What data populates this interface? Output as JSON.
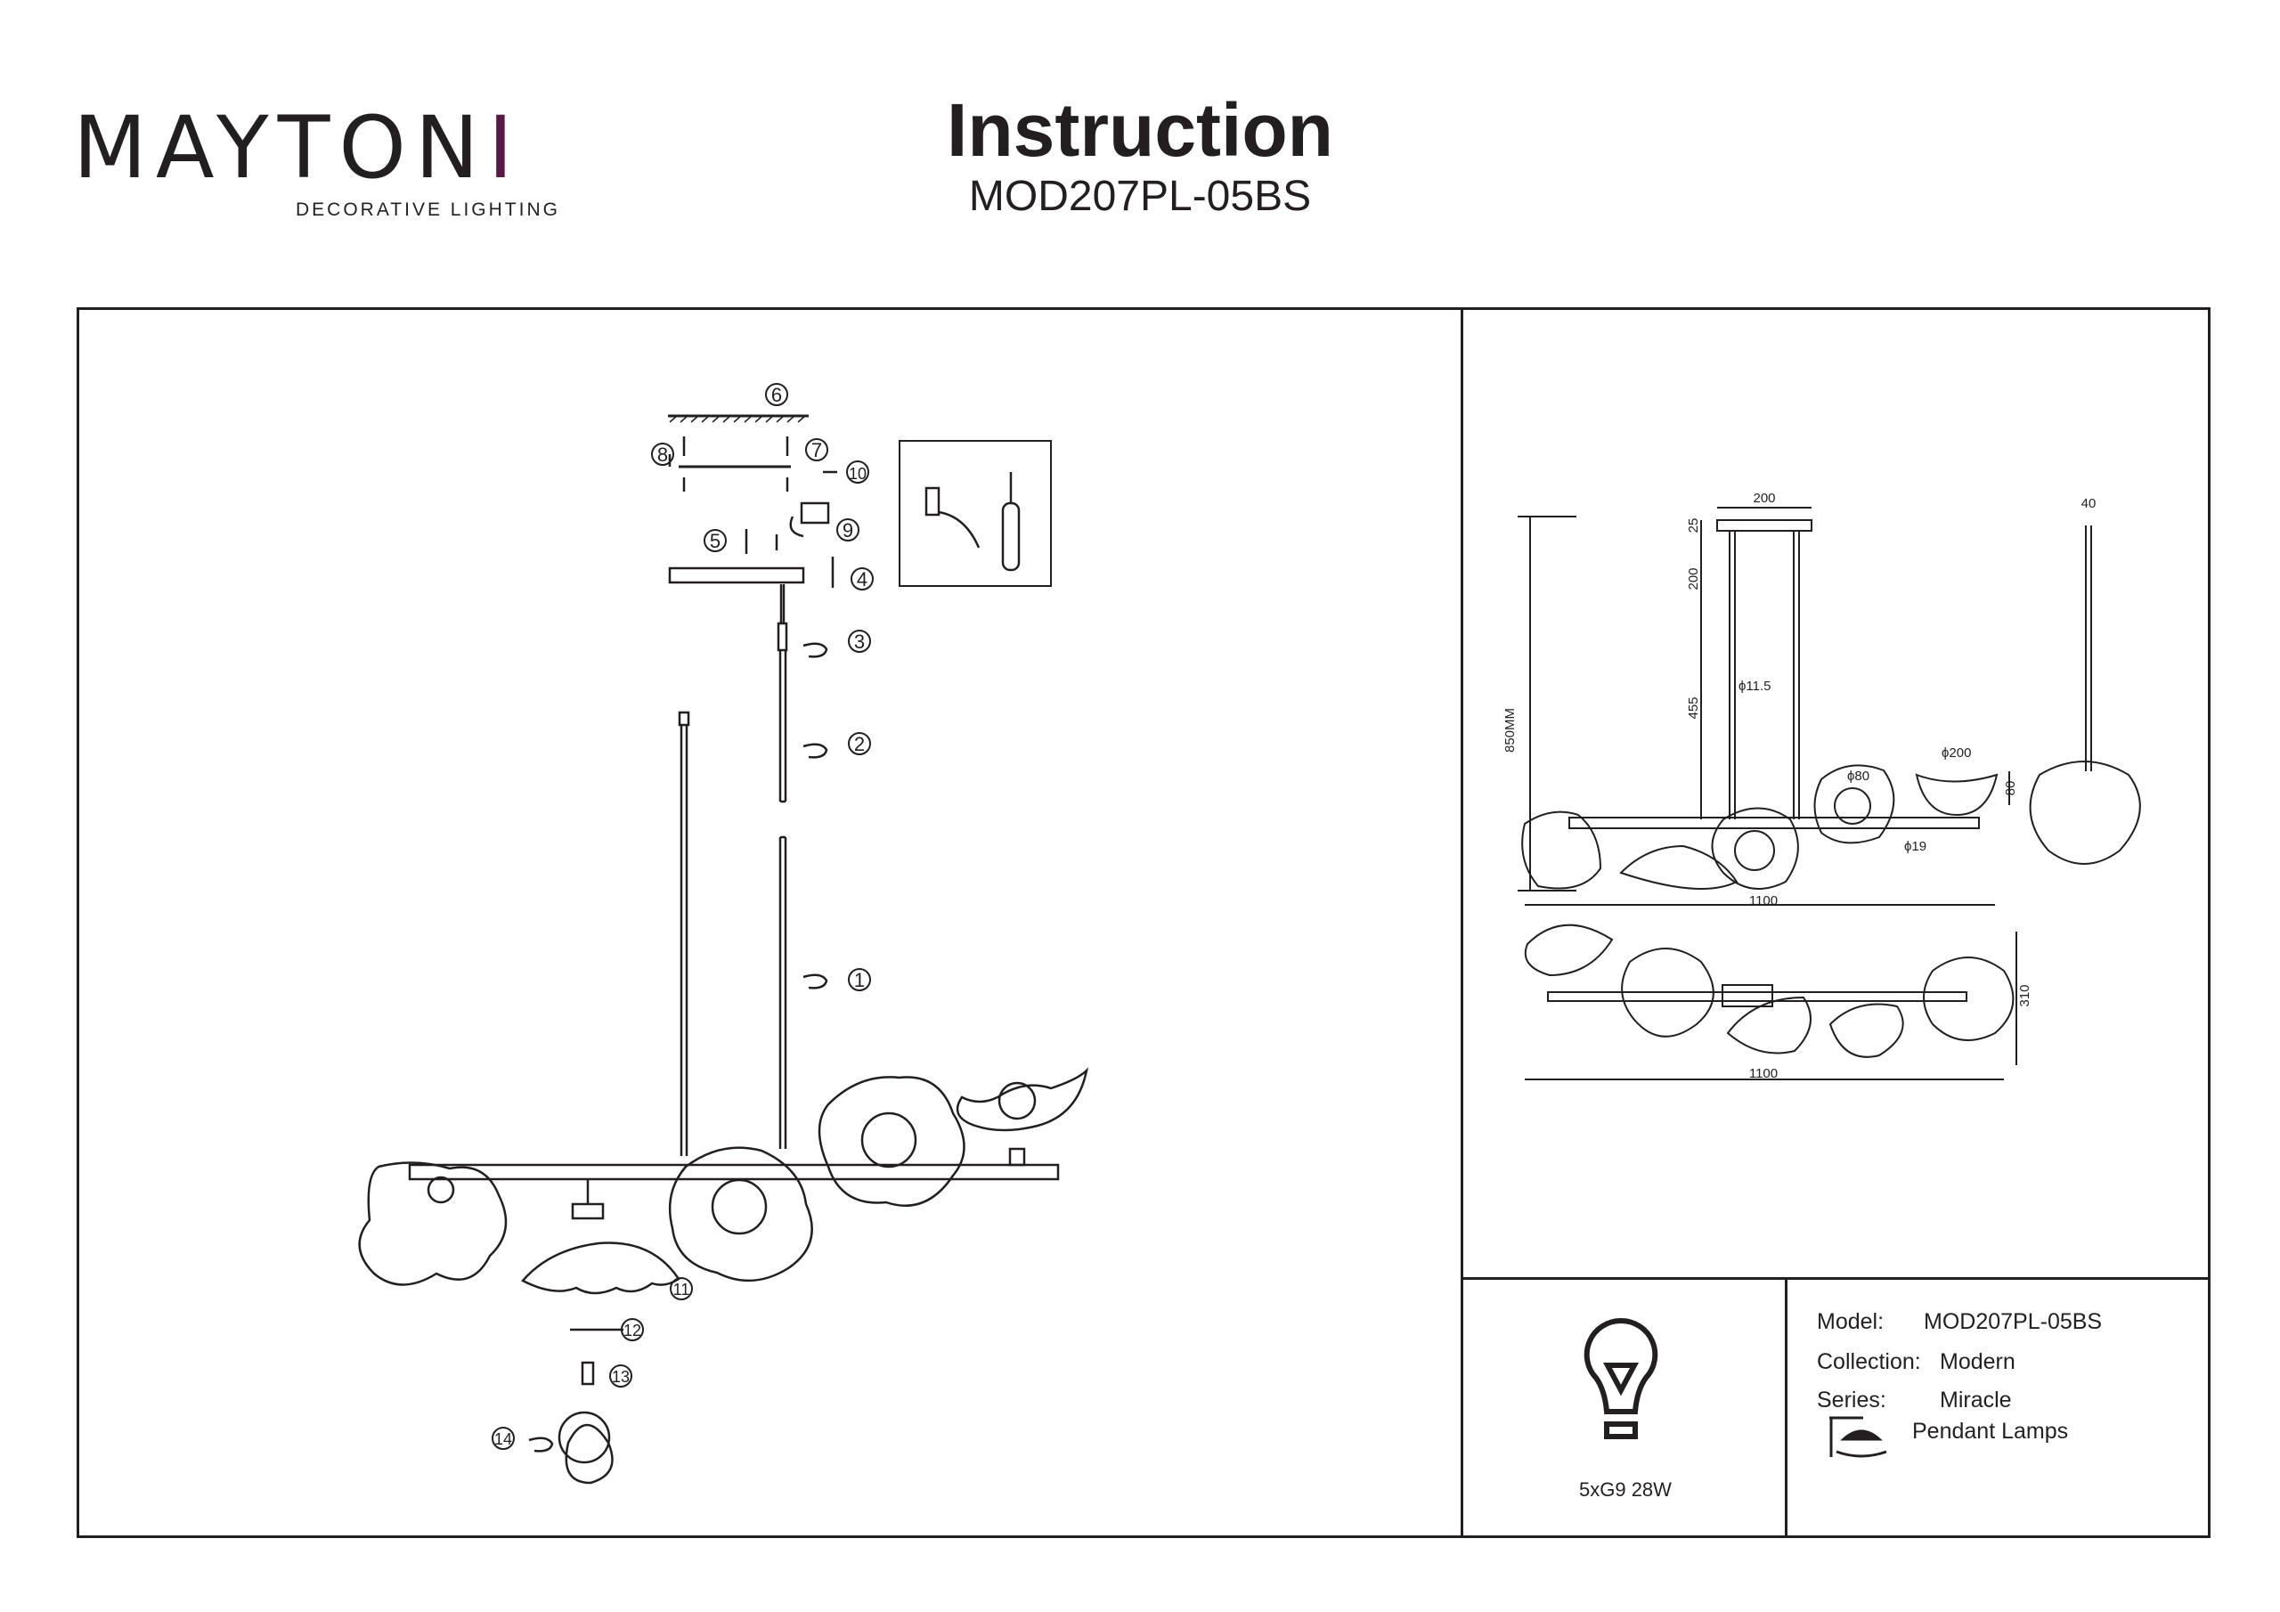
{
  "brand": {
    "name_main": "MAYTON",
    "name_accent": "I",
    "tagline": "DECORATIVE LIGHTING"
  },
  "header": {
    "title": "Instruction",
    "model_code": "MOD207PL-05BS"
  },
  "steps": [
    "1",
    "2",
    "3",
    "4",
    "5",
    "6",
    "7",
    "8",
    "9",
    "10",
    "11",
    "12",
    "13",
    "14"
  ],
  "dimensions": {
    "height_total": "850MM",
    "canopy_width": "200",
    "canopy_height": "25",
    "rod_upper": "200",
    "rod_lower": "455",
    "rod_diameter": "ϕ11.5",
    "shade_diameter_small": "ϕ80",
    "shade_diameter_large": "ϕ200",
    "shade_height": "80",
    "bar_diameter": "ϕ19",
    "length_front": "1100",
    "side_top": "40",
    "length_top": "1100",
    "depth_top": "310"
  },
  "spec": {
    "lamp": "5xG9 28W"
  },
  "info": {
    "model_label": "Model:",
    "model_value": "MOD207PL-05BS",
    "collection_label": "Collection:",
    "collection_value": "Modern",
    "series_label": "Series:",
    "series_value": "Miracle",
    "type_value": "Pendant Lamps"
  },
  "colors": {
    "ink": "#231f20",
    "brand_accent": "#5a1846"
  }
}
